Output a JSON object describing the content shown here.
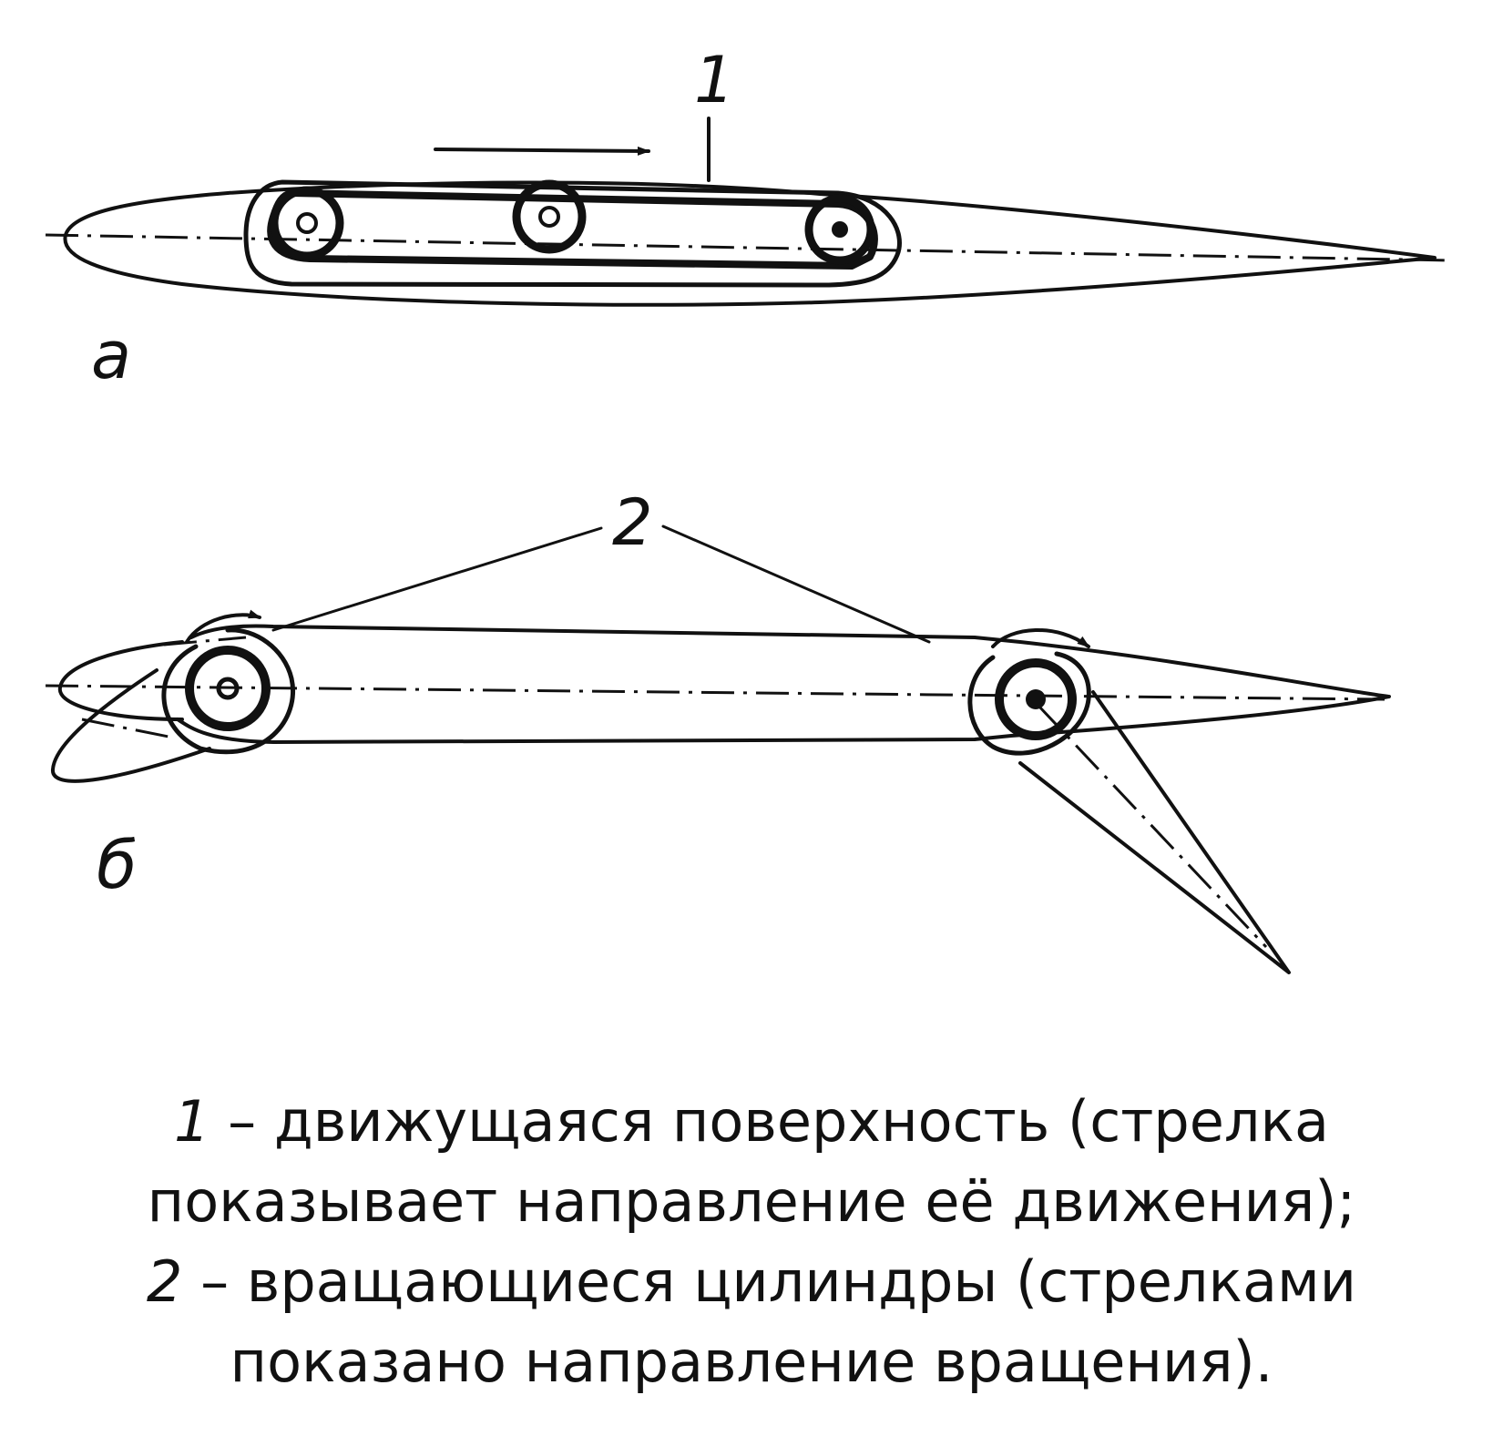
{
  "figure_a": {
    "panel_label": "а",
    "callout": "1"
  },
  "figure_b": {
    "panel_label": "б",
    "callout": "2"
  },
  "caption": {
    "item1_number": "1",
    "item1_line1": " – движущаяся поверхность (стрелка",
    "item1_line2": "показывает направление её движения);",
    "item2_number": "2",
    "item2_line1": " – вращающиеся цилиндры (стрелками",
    "item2_line2": "показано направление вращения)."
  }
}
